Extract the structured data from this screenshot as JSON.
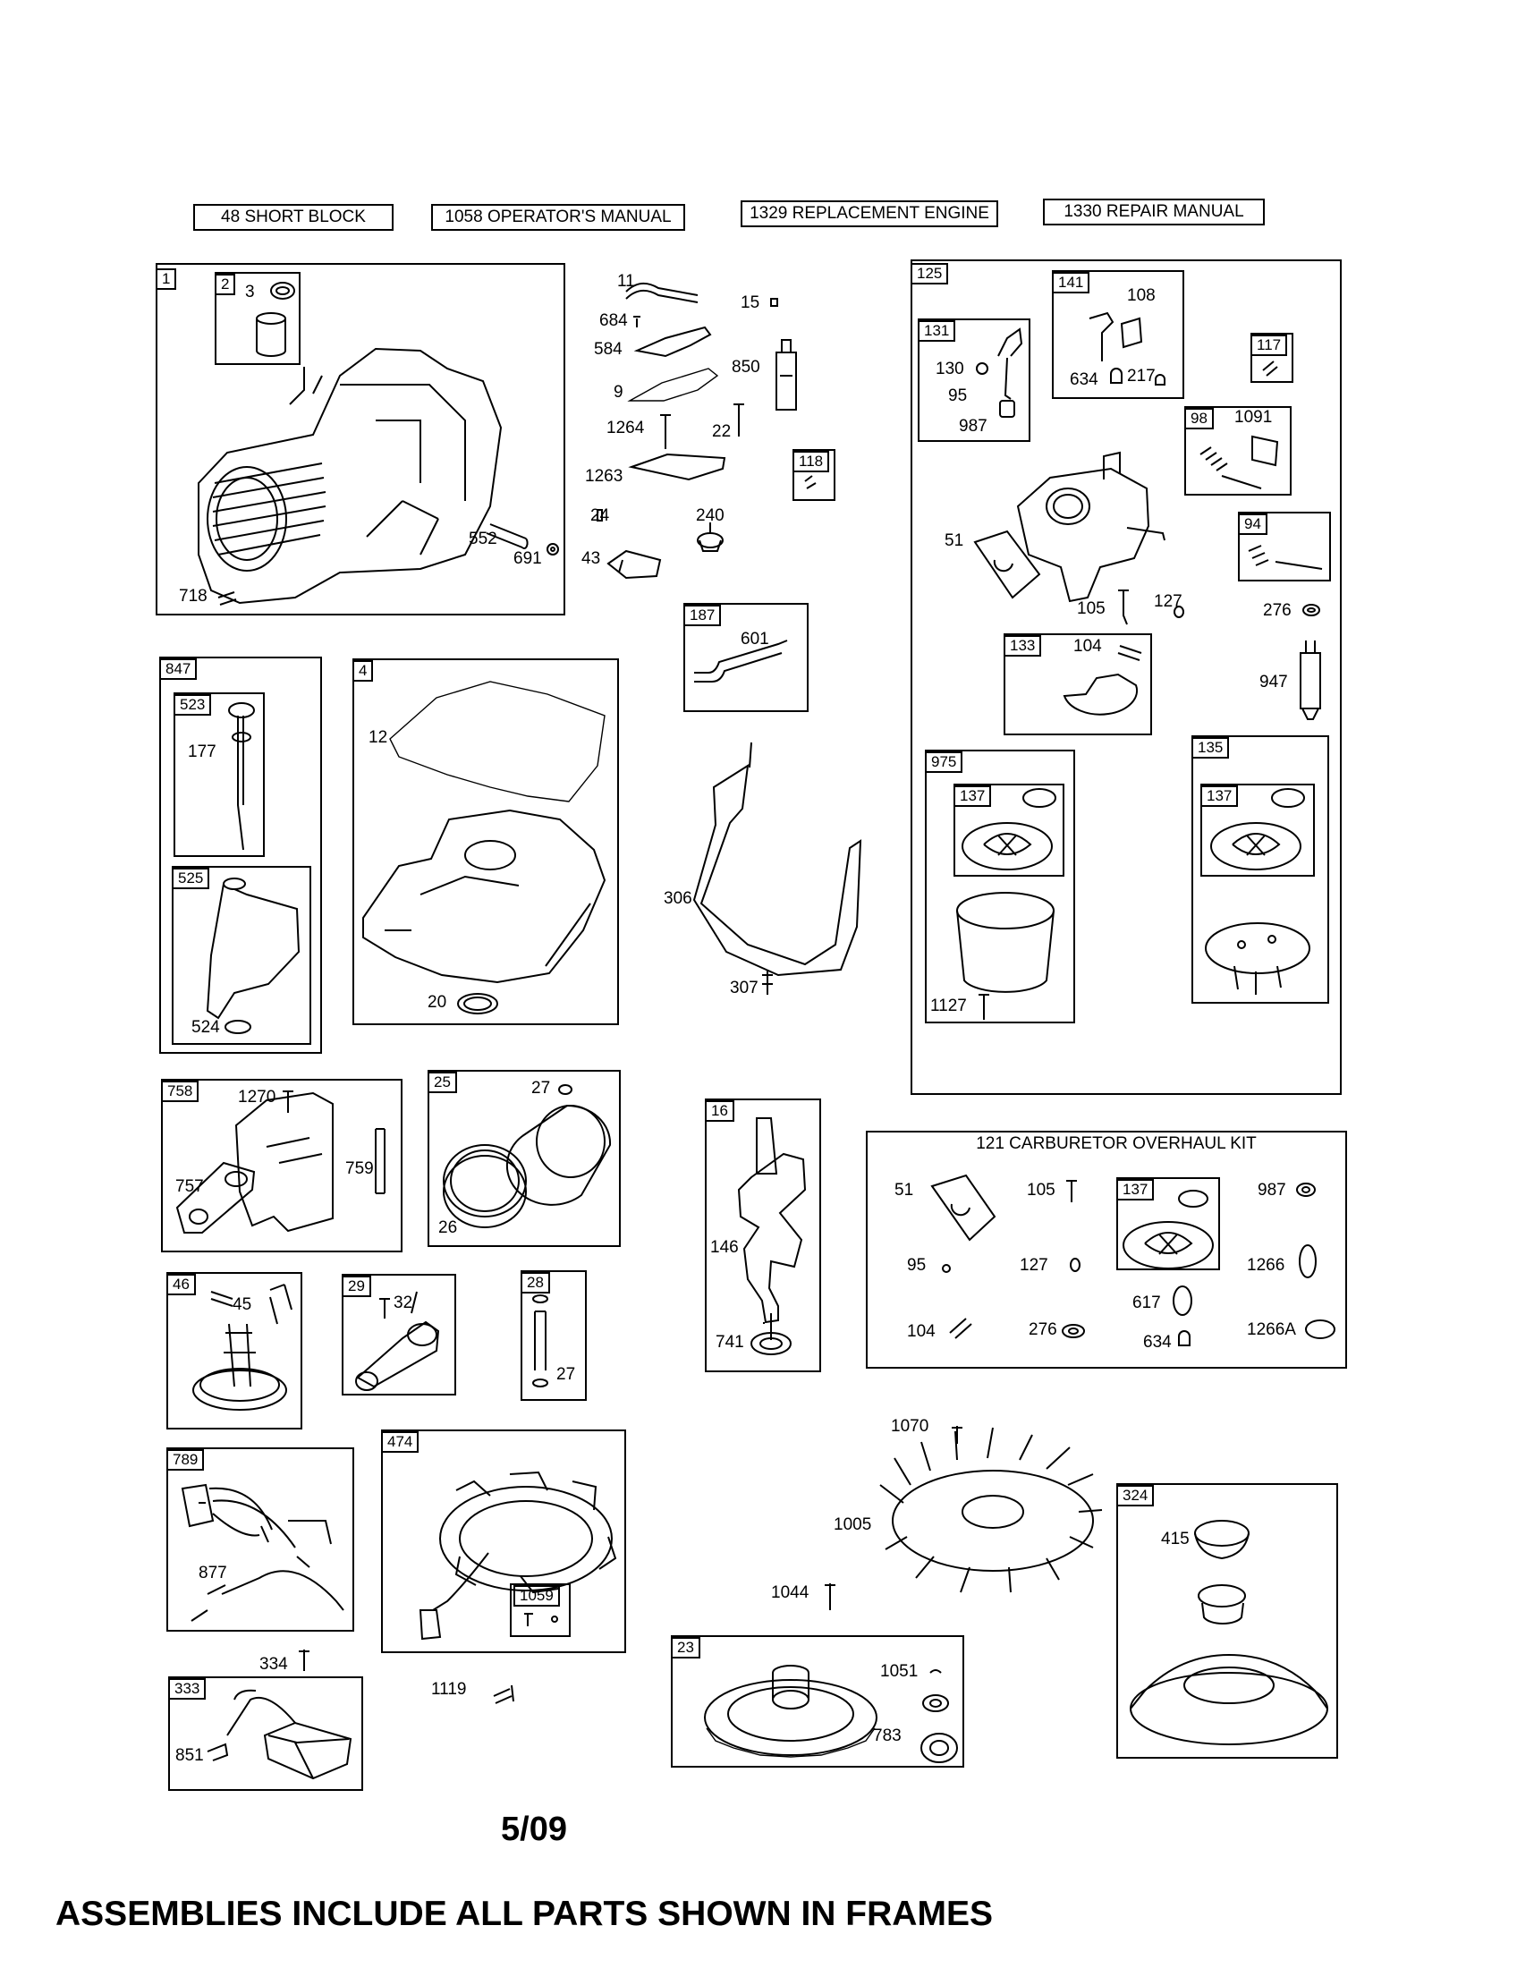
{
  "header": {
    "items": [
      "48 SHORT BLOCK",
      "1058 OPERATOR'S MANUAL",
      "1329 REPLACEMENT ENGINE",
      "1330 REPAIR MANUAL"
    ]
  },
  "frames": {
    "f1": "1",
    "f2": "2",
    "f4": "4",
    "f847": "847",
    "f523": "523",
    "f525": "525",
    "f187": "187",
    "f118": "118",
    "f125": "125",
    "f131": "131",
    "f141": "141",
    "f117": "117",
    "f98": "98",
    "f94": "94",
    "f133": "133",
    "f975": "975",
    "f137a": "137",
    "f135": "135",
    "f137b": "137",
    "f758": "758",
    "f25": "25",
    "f16": "16",
    "f137c": "137",
    "f46": "46",
    "f29": "29",
    "f28": "28",
    "f789": "789",
    "f474": "474",
    "f1059": "1059",
    "f333": "333",
    "f23": "23",
    "f324": "324"
  },
  "labels": {
    "p3": "3",
    "p718": "718",
    "p552": "552",
    "p691": "691",
    "p11": "11",
    "p15": "15",
    "p684": "684",
    "p584": "584",
    "p850": "850",
    "p9": "9",
    "p1264": "1264",
    "p22": "22",
    "p1263": "1263",
    "p24": "24",
    "p240": "240",
    "p43": "43",
    "p601": "601",
    "p306": "306",
    "p307": "307",
    "p108": "108",
    "p130": "130",
    "p95": "95",
    "p987": "987",
    "p634": "634",
    "p217": "217",
    "p1091": "1091",
    "p51": "51",
    "p105": "105",
    "p127": "127",
    "p276": "276",
    "p104": "104",
    "p947": "947",
    "p1127": "1127",
    "p177": "177",
    "p524": "524",
    "p12": "12",
    "p20": "20",
    "p1270": "1270",
    "p757": "757",
    "p759": "759",
    "p27a": "27",
    "p26": "26",
    "p146": "146",
    "p741": "741",
    "p45": "45",
    "p32": "32",
    "p27b": "27",
    "k51": "51",
    "k105": "105",
    "k987": "987",
    "k95": "95",
    "k127": "127",
    "k1266": "1266",
    "k617": "617",
    "k104": "104",
    "k276": "276",
    "k634": "634",
    "k1266a": "1266A",
    "p1070": "1070",
    "p1005": "1005",
    "p1044": "1044",
    "p877": "877",
    "p334": "334",
    "p1119": "1119",
    "p851": "851",
    "p1051": "1051",
    "p783": "783",
    "p415": "415"
  },
  "kit_title": "121 CARBURETOR OVERHAUL KIT",
  "revision": "5/09",
  "footer": "ASSEMBLIES INCLUDE ALL PARTS SHOWN IN FRAMES"
}
